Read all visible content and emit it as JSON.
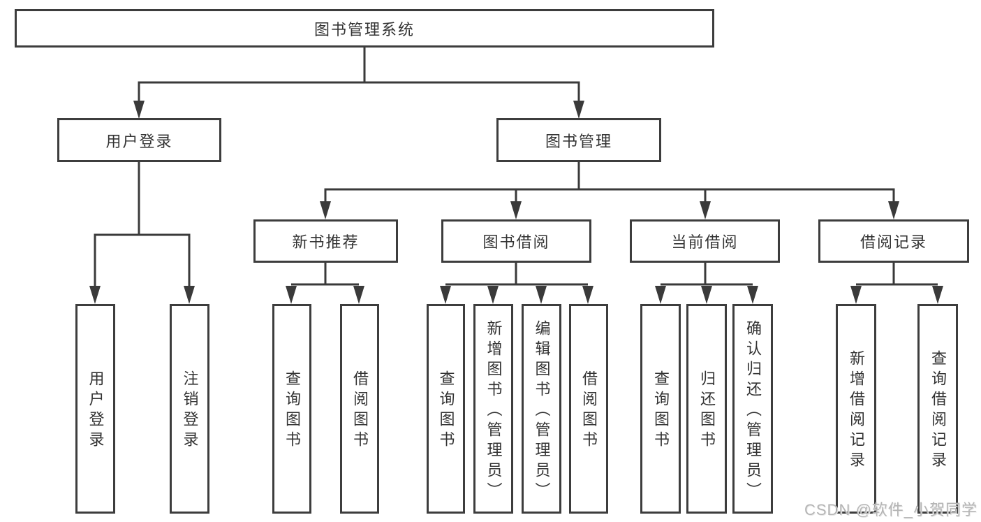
{
  "tree": {
    "label": "图书管理系统",
    "children": [
      {
        "label": "用户登录",
        "children": [
          {
            "label": "用户登录"
          },
          {
            "label": "注销登录"
          }
        ]
      },
      {
        "label": "图书管理",
        "children": [
          {
            "label": "新书推荐",
            "children": [
              {
                "label": "查询图书"
              },
              {
                "label": "借阅图书"
              }
            ]
          },
          {
            "label": "图书借阅",
            "children": [
              {
                "label": "查询图书"
              },
              {
                "label": "新增图书（管理员）"
              },
              {
                "label": "编辑图书（管理员）"
              },
              {
                "label": "借阅图书"
              }
            ]
          },
          {
            "label": "当前借阅",
            "children": [
              {
                "label": "查询图书"
              },
              {
                "label": "归还图书"
              },
              {
                "label": "确认归还（管理员）"
              }
            ]
          },
          {
            "label": "借阅记录",
            "children": [
              {
                "label": "新增借阅记录"
              },
              {
                "label": "查询借阅记录"
              }
            ]
          }
        ]
      }
    ]
  },
  "watermark": {
    "text": "CSDN @软件_小贺同学"
  },
  "colors": {
    "line": "#3a3a3a",
    "box_border": "#3d3d3d",
    "text": "#333333",
    "watermark": "#b5b5b5",
    "background": "#ffffff"
  }
}
